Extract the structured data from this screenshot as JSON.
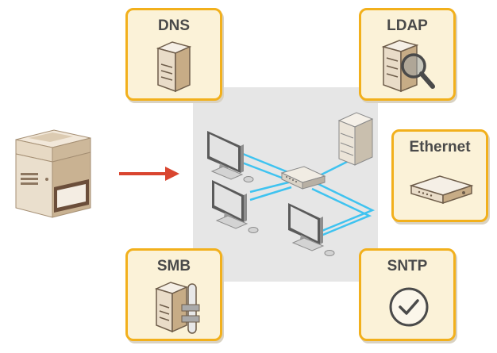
{
  "diagram": {
    "protocols": {
      "dns": {
        "label": "DNS",
        "icon": "server-icon"
      },
      "ldap": {
        "label": "LDAP",
        "icon": "server-magnifier-icon"
      },
      "ethernet": {
        "label": "Ethernet",
        "icon": "router-icon"
      },
      "smb": {
        "label": "SMB",
        "icon": "server-share-icon"
      },
      "sntp": {
        "label": "SNTP",
        "icon": "clock-icon"
      }
    },
    "colors": {
      "card_border": "#f2b01c",
      "card_fill": "#fbf2d8",
      "arrow": "#d9452f",
      "network_bg": "#e6e6e6",
      "cable": "#3fc3f0"
    }
  }
}
